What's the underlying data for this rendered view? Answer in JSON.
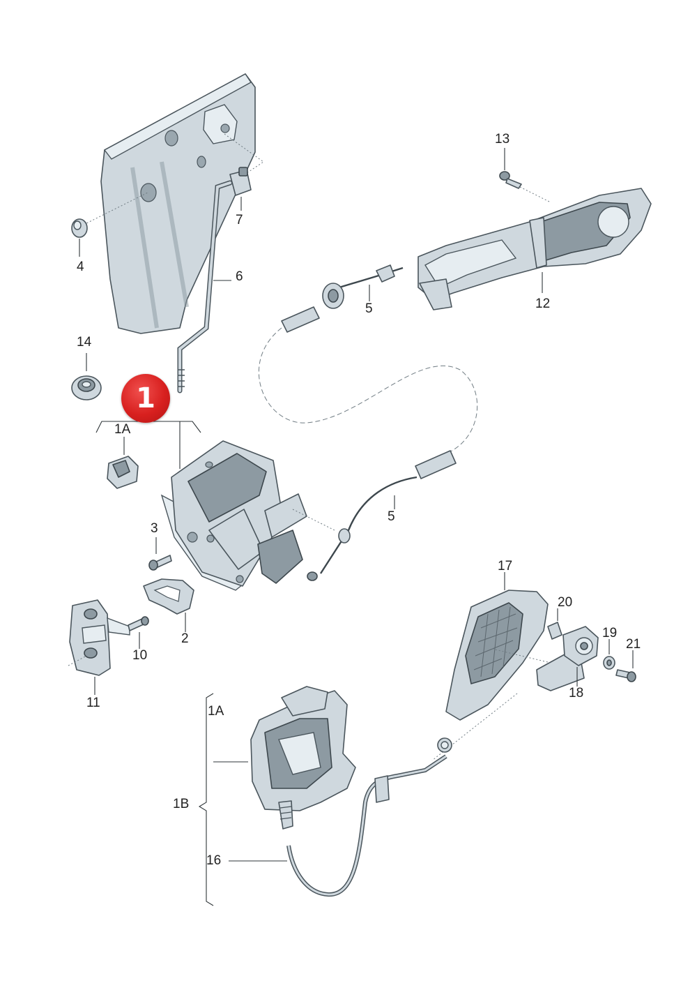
{
  "diagram": {
    "badge": "1",
    "labels": {
      "p1A_top": "1A",
      "p1A_bottom": "1A",
      "p1B": "1B",
      "p2": "2",
      "p3": "3",
      "p4": "4",
      "p5_upper": "5",
      "p5_lower": "5",
      "p6": "6",
      "p7": "7",
      "p10": "10",
      "p11": "11",
      "p12": "12",
      "p13": "13",
      "p14": "14",
      "p16": "16",
      "p17": "17",
      "p18": "18",
      "p19": "19",
      "p20": "20",
      "p21": "21"
    },
    "colors": {
      "badge": "#d8201f",
      "part_fill": "#cfd8de",
      "part_dark": "#8d9aa2",
      "outline": "#4a555c"
    }
  }
}
